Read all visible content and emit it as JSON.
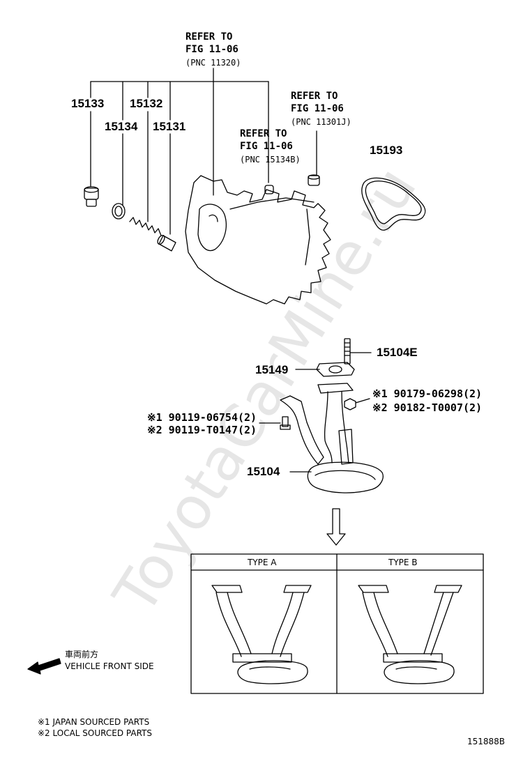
{
  "watermark": "ToyotaCarMine.ru",
  "refs": {
    "top": [
      "REFER TO",
      "FIG 11-06",
      "(PNC 11320)"
    ],
    "right": [
      "REFER TO",
      "FIG 11-06",
      "(PNC 11301J)"
    ],
    "middle": [
      "REFER TO",
      "FIG 11-06",
      "(PNC 15134B)"
    ]
  },
  "parts": {
    "p15133": "15133",
    "p15132": "15132",
    "p15134": "15134",
    "p15131": "15131",
    "p15193": "15193",
    "p15104E": "15104E",
    "p15149": "15149",
    "p15104": "15104",
    "r1a": "※1 90179-06298(2)",
    "r2a": "※2 90182-T0007(2)",
    "l1a": "※1 90119-06754(2)",
    "l2a": "※2 90119-T0147(2)"
  },
  "types": {
    "a": "TYPE A",
    "b": "TYPE B"
  },
  "direction": {
    "jp": "車両前方",
    "en": "VEHICLE FRONT SIDE"
  },
  "notes": [
    "※1 JAPAN SOURCED PARTS",
    "※2 LOCAL SOURCED PARTS"
  ],
  "code": "151888B"
}
